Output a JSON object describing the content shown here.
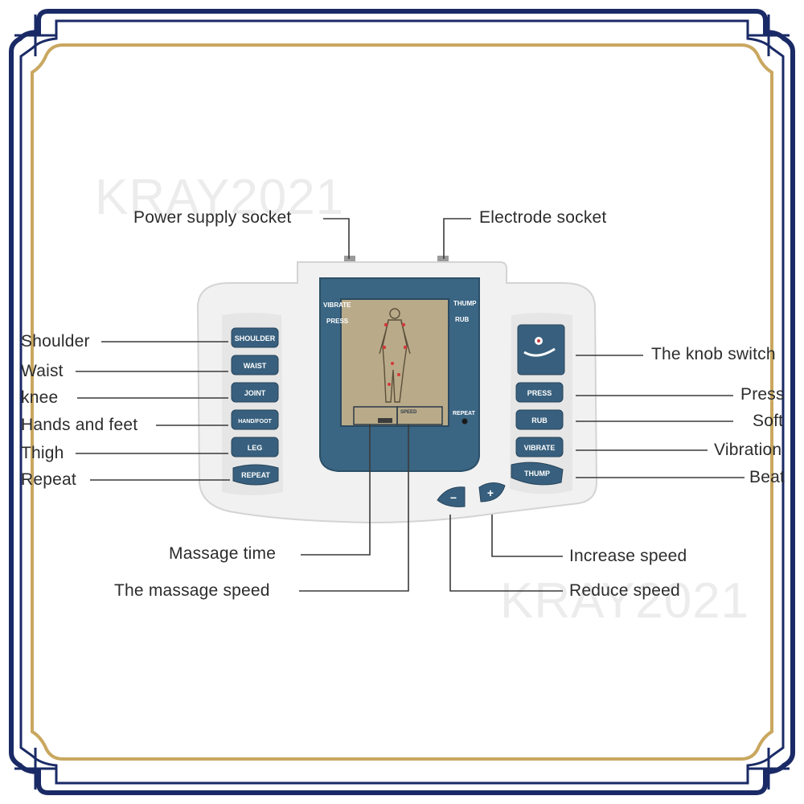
{
  "watermark": "KRAY2021",
  "labels": {
    "power_supply_socket": "Power supply socket",
    "electrode_socket": "Electrode socket",
    "shoulder": "Shoulder",
    "waist": "Waist",
    "knee": "knee",
    "hands_and_feet": "Hands and feet",
    "thigh": "Thigh",
    "repeat": "Repeat",
    "knob_switch": "The knob switch",
    "press": "Press",
    "soft": "Soft",
    "vibration": "Vibration",
    "beat": "Beat",
    "massage_time": "Massage time",
    "massage_speed": "The massage speed",
    "increase_speed": "Increase speed",
    "reduce_speed": "Reduce speed"
  },
  "device": {
    "left_buttons": [
      "SHOULDER",
      "WAIST",
      "JOINT",
      "HAND/FOOT",
      "LEG",
      "REPEAT"
    ],
    "right_buttons": [
      "PRESS",
      "RUB",
      "VIBRATE",
      "THUMP"
    ],
    "minus": "−",
    "plus": "+",
    "lcd": {
      "vibrate": "VIBRATE",
      "press": "PRESS",
      "thump": "THUMP",
      "rub": "RUB",
      "repeat": "REPEAT",
      "speed": "SPEED"
    }
  },
  "colors": {
    "frame_navy": "#1a2a66",
    "frame_gold": "#c9a75f",
    "button_blue": "#38607e",
    "lcd_screen": "#b9ab8a",
    "device_body": "#f1f1f1"
  }
}
